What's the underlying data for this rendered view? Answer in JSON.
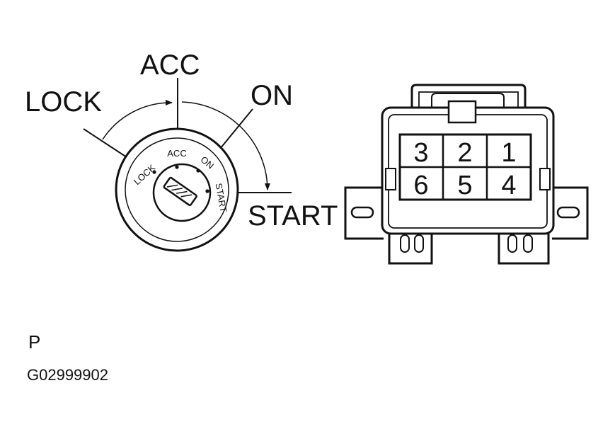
{
  "switch": {
    "outer_labels": {
      "lock": "LOCK",
      "acc": "ACC",
      "on": "ON",
      "start": "START"
    },
    "face_labels": {
      "lock": "LOCK",
      "acc": "ACC",
      "on": "ON",
      "start": "START"
    }
  },
  "connector": {
    "label": "P",
    "pins": [
      "3",
      "2",
      "1",
      "6",
      "5",
      "4"
    ]
  },
  "figure_code": "G02999902"
}
